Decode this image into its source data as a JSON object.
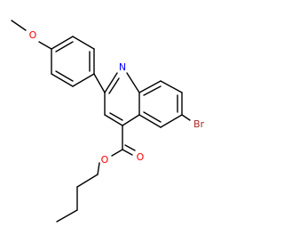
{
  "structure": {
    "atom_labels": {
      "methoxy_oxygen": "O",
      "ring_nitrogen": "N",
      "bromine": "Br",
      "carbonyl_oxygen": "O",
      "ester_oxygen": "O"
    },
    "colors": {
      "bond": "#000000",
      "oxygen": "#FF0000",
      "nitrogen": "#0000FF",
      "bromine": "#A52A2A"
    }
  }
}
